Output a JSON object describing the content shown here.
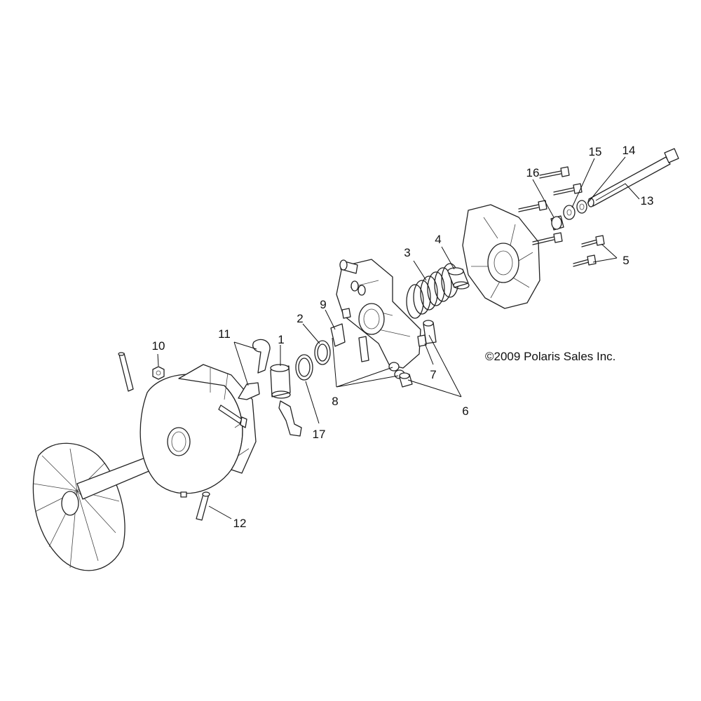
{
  "diagram": {
    "copyright": "©2009 Polaris Sales Inc.",
    "callouts": [
      "1",
      "2",
      "3",
      "4",
      "5",
      "6",
      "7",
      "8",
      "9",
      "10",
      "11",
      "12",
      "13",
      "14",
      "15",
      "16",
      "17"
    ]
  }
}
